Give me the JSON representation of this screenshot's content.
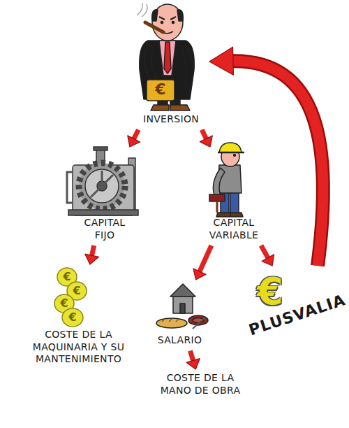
{
  "diagram": {
    "nodes": [
      {
        "text": [
          "INVERSION"
        ]
      },
      {
        "text": [
          "CAPITAL FIJO"
        ]
      },
      {
        "text": [
          "CAPITAL VARIABLE"
        ]
      },
      {
        "text": [
          "COSTE DE LA MAQUINARIA Y SU MANTENIMIENTO"
        ]
      },
      {
        "text": [
          "SALARIO"
        ]
      },
      {
        "text": [
          "COSTE DE LA MANO DE OBRA"
        ]
      },
      {
        "text": [
          "PLUSVALIA"
        ]
      }
    ],
    "edges": [
      {
        "from": 0,
        "to": 1,
        "arrow": "to"
      },
      {
        "from": 0,
        "to": 2,
        "arrow": "to"
      },
      {
        "from": 1,
        "to": 3,
        "arrow": "to"
      },
      {
        "from": 2,
        "to": 4,
        "arrow": "to"
      },
      {
        "from": 4,
        "to": 5,
        "arrow": "to"
      },
      {
        "from": 2,
        "to": 6,
        "arrow": "to"
      },
      {
        "from": 6,
        "to": 0,
        "arrow": "to"
      }
    ],
    "labels": [
      "€",
      "€",
      "€",
      "€",
      "€",
      "€"
    ]
  }
}
